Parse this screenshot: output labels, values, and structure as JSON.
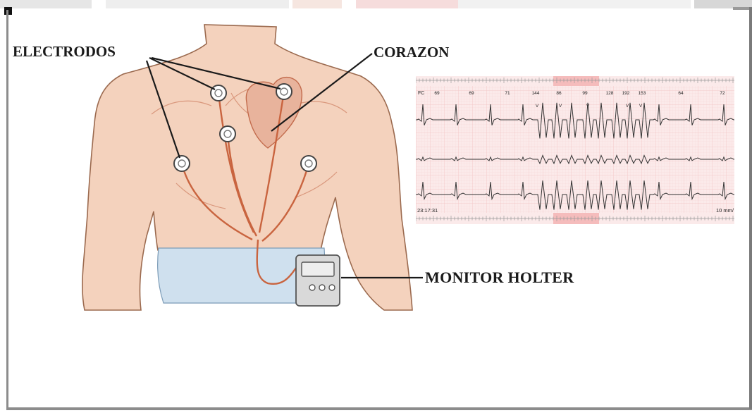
{
  "labels": {
    "electrodes": "ELECTRODOS",
    "heart": "CORAZON",
    "holter": "MONITOR HOLTER"
  },
  "ecg": {
    "heart_rate_label": "FC",
    "rates": [
      "69",
      "69",
      "71",
      "144",
      "86",
      "99",
      "128",
      "192",
      "153",
      "64",
      "72"
    ],
    "beat_marker": "V",
    "beat_markers_shown": 5,
    "time": "23:17:31",
    "scale": "10 mm/"
  },
  "colors": {
    "skin": "#f4d2bd",
    "skin_outline": "#9b6a4f",
    "lead_wire": "#c9643f",
    "ecg_grid_bg": "#fbeaea",
    "ecg_grid_line": "#f2c4c4",
    "ecg_highlight": "#f5bcbc",
    "pants": "#cfe0ee",
    "monitor_body": "#d9d9d9"
  }
}
